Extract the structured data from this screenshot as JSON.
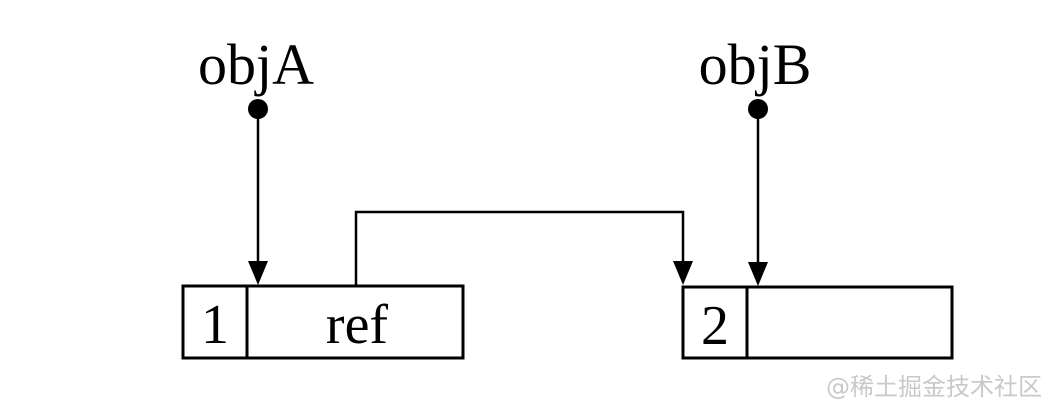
{
  "objects": {
    "objA": {
      "label": "objA"
    },
    "objB": {
      "label": "objB"
    }
  },
  "heap": {
    "boxA": {
      "id_cell": "1",
      "ref_cell": "ref"
    },
    "boxB": {
      "id_cell": "2",
      "value_cell": ""
    }
  },
  "watermark": {
    "text": "@稀土掘金技术社区"
  },
  "colors": {
    "ink": "#000000",
    "watermark": "#c9c9c9",
    "background": "#ffffff"
  }
}
